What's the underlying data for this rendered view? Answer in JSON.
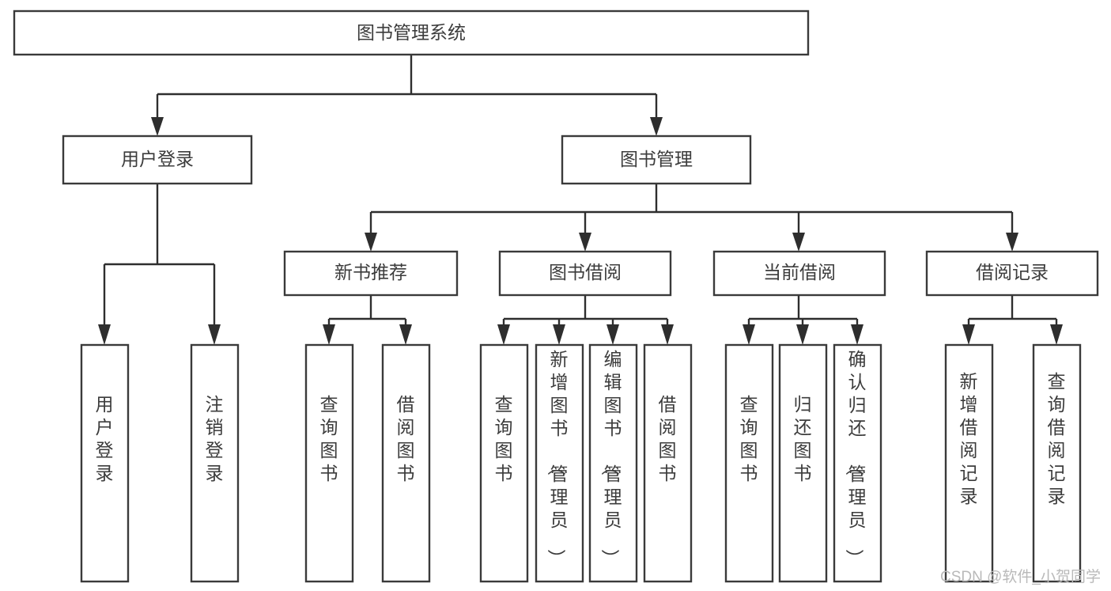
{
  "diagram": {
    "title": "图书管理系统",
    "type": "tree-hierarchy",
    "root": {
      "label": "图书管理系统",
      "orientation": "horizontal"
    },
    "level2": [
      {
        "label": "用户登录",
        "orientation": "horizontal"
      },
      {
        "label": "图书管理",
        "orientation": "horizontal"
      }
    ],
    "level3": [
      {
        "label": "新书推荐",
        "orientation": "horizontal"
      },
      {
        "label": "图书借阅",
        "orientation": "horizontal"
      },
      {
        "label": "当前借阅",
        "orientation": "horizontal"
      },
      {
        "label": "借阅记录",
        "orientation": "horizontal"
      }
    ],
    "leaves_user_login": [
      {
        "label": "用户登录",
        "orientation": "vertical"
      },
      {
        "label": "注销登录",
        "orientation": "vertical"
      }
    ],
    "leaves_new_book": [
      {
        "label": "查询图书",
        "orientation": "vertical"
      },
      {
        "label": "借阅图书",
        "orientation": "vertical"
      }
    ],
    "leaves_borrow": [
      {
        "label": "查询图书",
        "orientation": "vertical"
      },
      {
        "label": "新增图书（管理员）",
        "orientation": "vertical"
      },
      {
        "label": "编辑图书（管理员）",
        "orientation": "vertical"
      },
      {
        "label": "借阅图书",
        "orientation": "vertical"
      }
    ],
    "leaves_current": [
      {
        "label": "查询图书",
        "orientation": "vertical"
      },
      {
        "label": "归还图书",
        "orientation": "vertical"
      },
      {
        "label": "确认归还（管理员）",
        "orientation": "vertical"
      }
    ],
    "leaves_record": [
      {
        "label": "新增借阅记录",
        "orientation": "vertical"
      },
      {
        "label": "查询借阅记录",
        "orientation": "vertical"
      }
    ]
  },
  "watermark": {
    "text": "CSDN @软件_小贺同学"
  },
  "colors": {
    "box_border": "#3a3a3a",
    "connector": "#2e2e2e",
    "text": "#3c3c3c",
    "background": "#ffffff",
    "watermark": "#b9b9b9"
  }
}
